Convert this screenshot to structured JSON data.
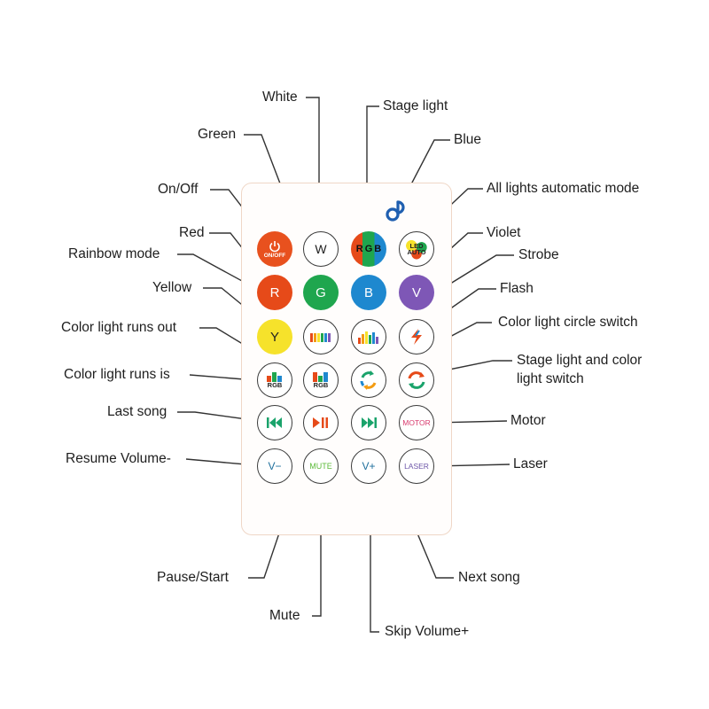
{
  "labels": {
    "white": "White",
    "green": "Green",
    "on_off": "On/Off",
    "red": "Red",
    "rainbow_mode": "Rainbow mode",
    "yellow": "Yellow",
    "color_light_runs_out": "Color light runs out",
    "color_light_runs_is": "Color light runs is",
    "last_song": "Last song",
    "resume_volume": "Resume Volume-",
    "pause_start": "Pause/Start",
    "mute": "Mute",
    "stage_light": "Stage light",
    "blue": "Blue",
    "all_lights_auto": "All lights automatic mode",
    "violet": "Violet",
    "strobe": "Strobe",
    "flash": "Flash",
    "circle_switch": "Color light circle switch",
    "stage_color_switch_1": "Stage light and color",
    "stage_color_switch_2": "light switch",
    "motor": "Motor",
    "laser": "Laser",
    "next_song": "Next song",
    "skip_volume": "Skip Volume+"
  },
  "buttons": {
    "on_off": "ON/OFF",
    "white": "W",
    "rgb_r": "R",
    "rgb_g": "G",
    "rgb_b": "B",
    "led": "LED",
    "auto": "AUTO",
    "red": "R",
    "green": "G",
    "blue": "B",
    "violet": "V",
    "yellow": "Y",
    "runs_out_r": "R",
    "runs_out_g": "G",
    "runs_out_b": "B",
    "runs_is_r": "R",
    "runs_is_g": "G",
    "runs_is_b": "B",
    "motor": "MOTOR",
    "vol_down": "V−",
    "mute": "MUTE",
    "vol_up": "V+",
    "laser": "LASER"
  },
  "colors": {
    "on_off": "#e8511e",
    "red": "#e64a19",
    "green": "#1fa64e",
    "blue": "#1e88cf",
    "violet": "#7e57b6",
    "yellow": "#f6e22b",
    "teal_icon": "#1aa36b",
    "pink_icon": "#d83a6e",
    "logo": "#1f5fb0"
  }
}
